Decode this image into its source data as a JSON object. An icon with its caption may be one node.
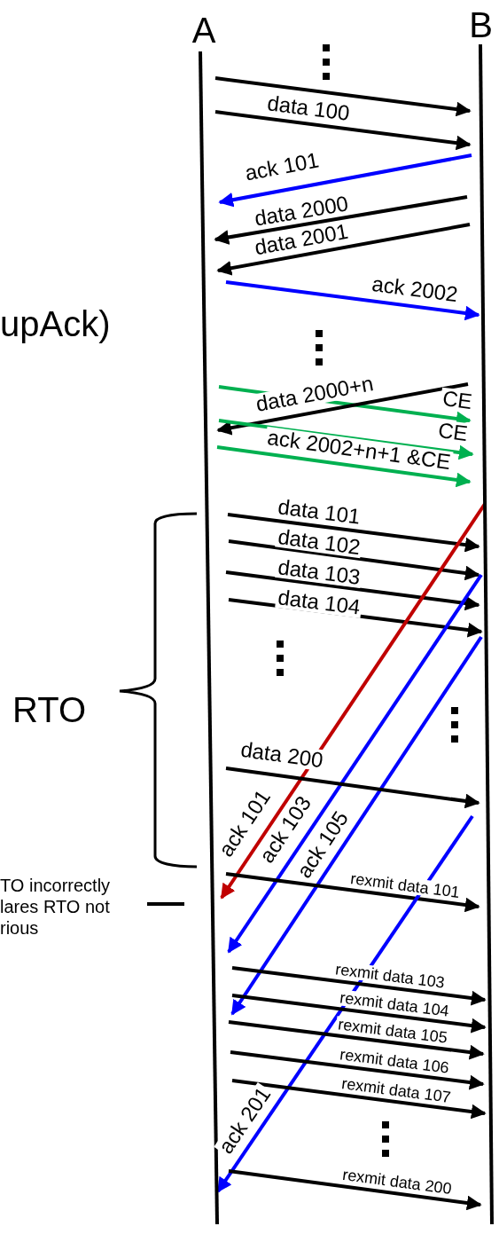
{
  "diagram": {
    "nodes": [
      {
        "text": [
          "A"
        ]
      },
      {
        "text": [
          "B"
        ]
      },
      {
        "text": [
          "TO incorrectly lares RTO not rious"
        ]
      }
    ],
    "edges": [
      {
        "from": 0,
        "to": 1,
        "arrow": "to"
      },
      {
        "from": 0,
        "to": 1,
        "arrow": "to",
        "label": "data 100"
      },
      {
        "from": 1,
        "to": 0,
        "arrow": "to",
        "label": "ack 101",
        "color": "#0000ff"
      },
      {
        "from": 1,
        "to": 0,
        "arrow": "to",
        "label": "data 2000"
      },
      {
        "from": 1,
        "to": 0,
        "arrow": "to",
        "label": "data 2001"
      },
      {
        "from": 0,
        "to": 1,
        "arrow": "to",
        "label": "ack 2002",
        "color": "#0000ff"
      },
      {
        "from": 0,
        "to": 1,
        "arrow": "to",
        "label": "CE",
        "color": "#00b050"
      },
      {
        "from": 1,
        "to": 0,
        "arrow": "to",
        "label": "data 2000+n"
      },
      {
        "from": 0,
        "to": 1,
        "arrow": "to",
        "label": "CE",
        "color": "#00b050"
      },
      {
        "from": 0,
        "to": 1,
        "arrow": "to",
        "label": "ack 2002+n+1 &CE",
        "color": "#00b050"
      },
      {
        "from": 0,
        "to": 1,
        "arrow": "to",
        "label": "data 101"
      },
      {
        "from": 0,
        "to": 1,
        "arrow": "to",
        "label": "data 102"
      },
      {
        "from": 0,
        "to": 1,
        "arrow": "to",
        "label": "data 103"
      },
      {
        "from": 0,
        "to": 1,
        "arrow": "to",
        "label": "data 104"
      },
      {
        "from": 1,
        "to": 0,
        "arrow": "to",
        "label": "ack 101",
        "color": "#c00000"
      },
      {
        "from": 1,
        "to": 0,
        "arrow": "to",
        "label": "ack 103",
        "color": "#0000ff"
      },
      {
        "from": 1,
        "to": 0,
        "arrow": "to",
        "label": "ack 105",
        "color": "#0000ff"
      },
      {
        "from": 0,
        "to": 1,
        "arrow": "to",
        "label": "data 200"
      },
      {
        "from": 0,
        "to": 1,
        "arrow": "to",
        "label": "rexmit data 101"
      },
      {
        "from": 1,
        "to": 0,
        "arrow": "to",
        "label": "ack 201",
        "color": "#0000ff"
      },
      {
        "from": 0,
        "to": 1,
        "arrow": "to",
        "label": "rexmit data 103"
      },
      {
        "from": 0,
        "to": 1,
        "arrow": "to",
        "label": "rexmit data 104"
      },
      {
        "from": 0,
        "to": 1,
        "arrow": "to",
        "label": "rexmit data 105"
      },
      {
        "from": 0,
        "to": 1,
        "arrow": "to",
        "label": "rexmit data 106"
      },
      {
        "from": 0,
        "to": 1,
        "arrow": "to",
        "label": "rexmit data 107"
      },
      {
        "from": 0,
        "to": 1,
        "arrow": "to",
        "label": "rexmit data 200"
      },
      {
        "from": 2,
        "to": 0,
        "arrow": "none"
      }
    ],
    "labels": [
      "upAck)",
      "RTO"
    ]
  }
}
